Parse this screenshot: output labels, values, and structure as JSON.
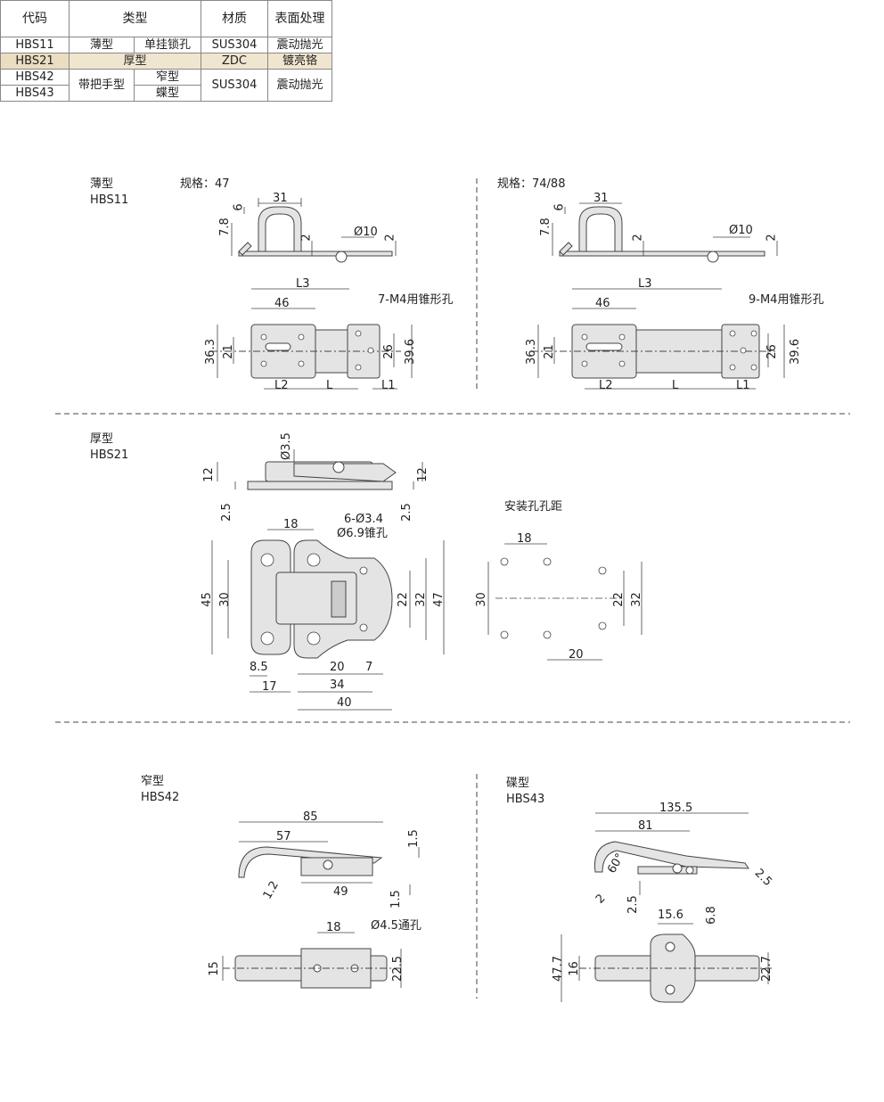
{
  "table": {
    "headers": [
      "代码",
      "类型",
      "材质",
      "表面处理"
    ],
    "rows": [
      {
        "code": "HBS11",
        "type1": "薄型",
        "type2": "单挂锁孔",
        "material": "SUS304",
        "finish": "震动抛光"
      },
      {
        "code": "HBS21",
        "type": "厚型",
        "material": "ZDC",
        "finish": "镀亮铬"
      },
      {
        "code": "HBS42",
        "type1": "带把手型",
        "type2": "窄型",
        "material": "SUS304",
        "finish": "震动抛光"
      },
      {
        "code": "HBS43",
        "type2": "蝶型"
      }
    ]
  },
  "sections": {
    "thin": {
      "name": "薄型",
      "code": "HBS11",
      "spec_a": "规格：47",
      "spec_b": "规格：74/88",
      "holes_a": "7-M4用锥形孔",
      "holes_b": "9-M4用锥形孔"
    },
    "thick": {
      "name": "厚型",
      "code": "HBS21",
      "holes": "6-Ø3.4",
      "csk": "Ø6.9锥孔",
      "pitch_title": "安装孔孔距"
    },
    "narrow": {
      "name": "窄型",
      "code": "HBS42",
      "hole": "Ø4.5通孔"
    },
    "butterfly": {
      "name": "碟型",
      "code": "HBS43"
    }
  },
  "dims": {
    "thin_a": [
      "31",
      "6",
      "7.8",
      "2",
      "Ø10",
      "2",
      "L3",
      "46",
      "36.3",
      "21",
      "26",
      "39.6",
      "L2",
      "L",
      "L1"
    ],
    "thin_b": [
      "31",
      "6",
      "7.8",
      "2",
      "Ø10",
      "2",
      "L3",
      "46",
      "36.3",
      "21",
      "26",
      "39.6",
      "L2",
      "L",
      "L1"
    ],
    "thick": [
      "Ø3.5",
      "12",
      "12",
      "2.5",
      "2.5",
      "18",
      "45",
      "30",
      "22",
      "32",
      "47",
      "8.5",
      "17",
      "20",
      "7",
      "34",
      "40"
    ],
    "pitch": [
      "18",
      "30",
      "22",
      "32",
      "20"
    ],
    "narrow": [
      "85",
      "57",
      "1.5",
      "1.2",
      "49",
      "1.5",
      "18",
      "15",
      "22.5"
    ],
    "butterfly": [
      "135.5",
      "81",
      "60°",
      "2",
      "2.5",
      "2.5",
      "15.6",
      "6.8",
      "47.7",
      "16",
      "22.7"
    ]
  },
  "colors": {
    "highlight": "#f0e6cf",
    "line": "#444444",
    "part": "#e4e4e4"
  }
}
